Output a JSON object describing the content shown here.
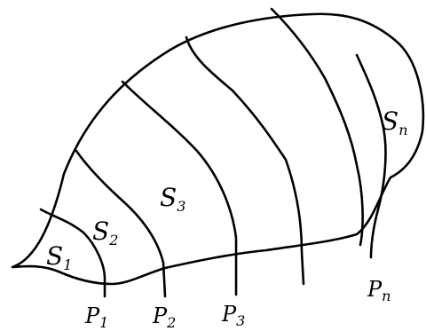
{
  "diagram": {
    "regions": [
      {
        "letter": "S",
        "sub": "1"
      },
      {
        "letter": "S",
        "sub": "2"
      },
      {
        "letter": "S",
        "sub": "3"
      },
      {
        "letter": "S",
        "sub": "n"
      }
    ],
    "points": [
      {
        "letter": "P",
        "sub": "1"
      },
      {
        "letter": "P",
        "sub": "2"
      },
      {
        "letter": "P",
        "sub": "3"
      },
      {
        "letter": "P",
        "sub": "n"
      }
    ]
  }
}
